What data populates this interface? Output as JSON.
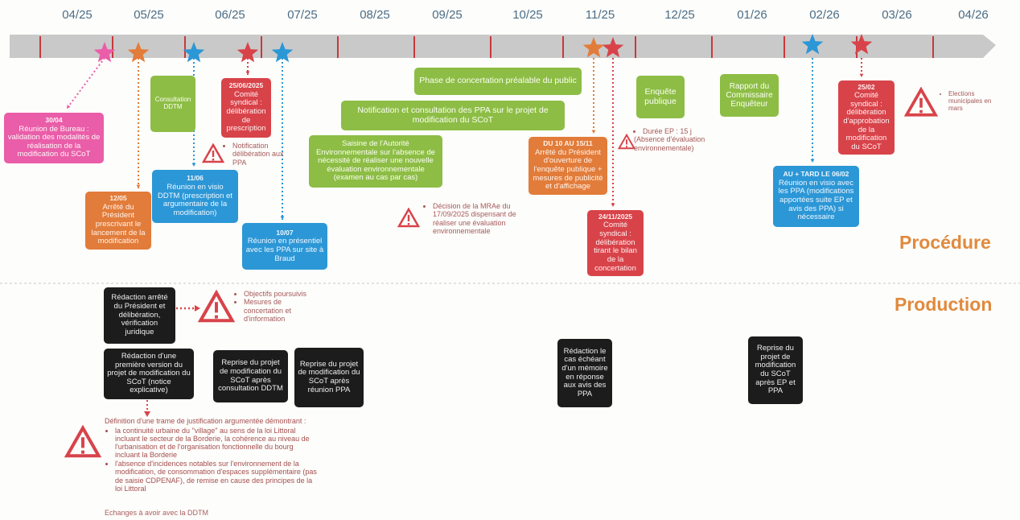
{
  "months": [
    "04/25",
    "05/25",
    "06/25",
    "07/25",
    "08/25",
    "09/25",
    "10/25",
    "11/25",
    "12/25",
    "01/26",
    "02/26",
    "03/26",
    "04/26"
  ],
  "colors": {
    "pink": "#ea5da8",
    "orange": "#e27c3a",
    "blue": "#2c97d6",
    "red": "#d8434a",
    "green": "#8dbd45",
    "black": "#1c1c1c",
    "bar": "#c9c9c9",
    "tick": "#c8383c",
    "label": "#e08a3e"
  },
  "sections": {
    "procedure": "Procédure",
    "production": "Production"
  },
  "boxes": {
    "bureau": {
      "date": "30/04",
      "text": "Réunion de Bureau : validation des modalités de réalisation de la modification du SCoT"
    },
    "arrete": {
      "date": "12/05",
      "text": "Arrêté du Président prescrivant le lancement de la modification"
    },
    "consult_ddtm": {
      "text": "Consultation DDTM"
    },
    "comite_2506": {
      "date": "25/06/2025",
      "text": "Comité syndical : délibération de prescription"
    },
    "reunion_1106": {
      "date": "11/06",
      "text": "Réunion en visio DDTM (prescription et argumentaire de la modification)"
    },
    "reunion_1007": {
      "date": "10/07",
      "text": "Réunion en présentiel avec les PPA sur site à Braud"
    },
    "phase_concert": {
      "text": "Phase de concertation préalable du public"
    },
    "notif_ppa": {
      "text": "Notification et consultation des PPA sur le projet de modification du SCoT"
    },
    "saisine": {
      "text": "Saisine de l'Autorité Environnementale sur l'absence de nécessité de réaliser une nouvelle évaluation environnementale (examen au cas par cas)"
    },
    "arrete_enquete": {
      "date": "DU 10 AU 15/11",
      "text": "Arrêté du Président d'ouverture de l'enquête publique + mesures de publicité et d'affichage"
    },
    "comite_2411": {
      "date": "24/11/2025",
      "text": "Comité syndical : délibération tirant le bilan de la concertation"
    },
    "enquete": {
      "text": "Enquête publique"
    },
    "rapport": {
      "text": "Rapport du Commissaire Enquêteur"
    },
    "reunion_0602": {
      "date": "AU + TARD LE 06/02",
      "text": "Réunion en visio avec les PPA (modifications apportées suite EP et avis des PPA) si nécessaire"
    },
    "comite_2502": {
      "date": "25/02",
      "text": "Comité syndical : délibération d'approbation de la modification du SCoT"
    }
  },
  "notes": {
    "notif_delib": "Notification délibération aux PPA",
    "duree_ep": "Durée EP : 15 j",
    "absence_eval": "(Absence d'évaluation environnementale)",
    "decision_mrae": "Décision de la MRAe du 17/09/2025 dispensant de réaliser une évaluation environnementale",
    "elections": "Elections municipales en mars",
    "objectifs": [
      "Objectifs poursuivis",
      "Mesures de concertation et d'information"
    ]
  },
  "production": {
    "redaction_arrete": "Rédaction arrêté du Président et délibération, vérification juridique",
    "redaction_premiere": "Rédaction d'une première version du projet de modification du SCoT (notice explicative)",
    "reprise_ddtm": "Reprise du projet de modification du SCoT après consultation DDTM",
    "reprise_ppa": "Reprise du projet de modification du SCoT après réunion PPA",
    "memoire": "Rédaction le cas échéant d'un mémoire en réponse aux avis des PPA",
    "reprise_ep": "Reprise du projet de modification du SCoT après EP et PPA"
  },
  "justification": {
    "intro": "Définition d'une trame de justification argumentée démontrant :",
    "items": [
      "la continuité urbaine du \"village\" au sens de la loi Littoral incluant le secteur de la Borderie, la cohérence au niveau de l'urbanisation et de l'organisation fonctionnelle du bourg incluant la Borderie",
      "l'absence d'incidences notables sur l'environnement de la modification, de consommation d'espaces supplémentaire (pas de saisie CDPENAF), de remise en cause des principes de la loi Littoral"
    ],
    "exchanges": "Echanges à avoir avec la DDTM"
  }
}
